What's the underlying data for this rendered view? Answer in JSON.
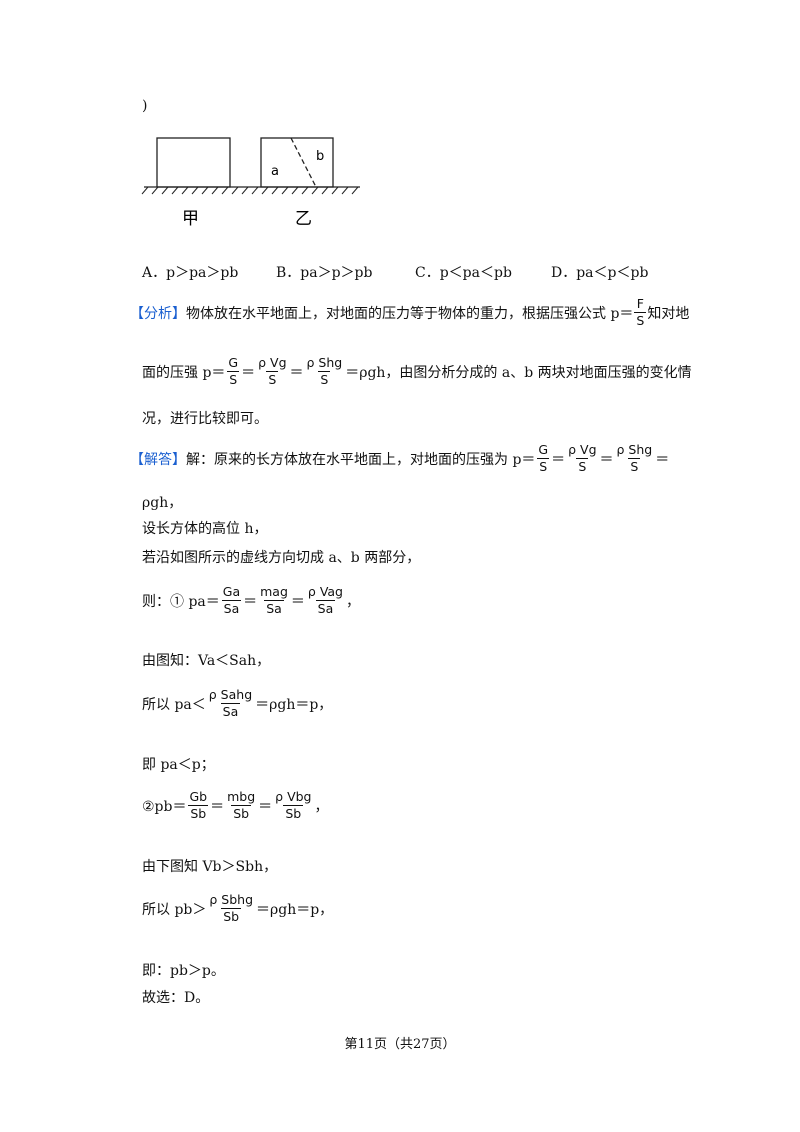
{
  "top_paren": ")",
  "figure": {
    "label_a": "a",
    "label_b": "b",
    "label_jia": "甲",
    "label_yi": "乙"
  },
  "options": {
    "A": "A．p＞pa＞pb",
    "B": "B．pa＞p＞pb",
    "C": "C．p＜pa＜pb",
    "D": "D．pa＜p＜pb"
  },
  "analysis": {
    "tag": "【分析】",
    "line1_text": "物体放在水平地面上，对地面的压力等于物体的重力，根据压强公式 p＝",
    "frac_F_num": "F",
    "frac_F_den": "S",
    "line1_tail": "知对地",
    "line2_head": "面的压强 p＝",
    "fracs": [
      [
        "G",
        "S"
      ],
      [
        "ρ Vg",
        "S"
      ],
      [
        "ρ Shg",
        "S"
      ]
    ],
    "line2_tail": "＝ρgh，由图分析分成的 a、b 两块对地面压强的变化情",
    "line3": "况，进行比较即可。"
  },
  "solution": {
    "tag": "【解答】",
    "line1_text": "解：原来的长方体放在水平地面上，对地面的压强为 p＝",
    "fracs": [
      [
        "G",
        "S"
      ],
      [
        "ρ Vg",
        "S"
      ],
      [
        "ρ Shg",
        "S"
      ]
    ],
    "line1_tail": "＝",
    "line2": "ρgh，",
    "line3": "设长方体的高位 h，",
    "line4": "若沿如图所示的虚线方向切成 a、b 两部分，",
    "step1_head": "则：① pa＝",
    "step1_fracs": [
      [
        "Ga",
        "Sa"
      ],
      [
        "mag",
        "Sa"
      ],
      [
        "ρ Vag",
        "Sa"
      ]
    ],
    "step1_tail": "，",
    "step2": "由图知：Va＜Sah，",
    "step3_head": "所以 pa＜",
    "step3_frac": [
      "ρ Sahg",
      "Sa"
    ],
    "step3_tail": "＝ρgh＝p，",
    "step4": "即 pa＜p；",
    "step5_head": "②pb＝",
    "step5_fracs": [
      [
        "Gb",
        "Sb"
      ],
      [
        "mbg",
        "Sb"
      ],
      [
        "ρ Vbg",
        "Sb"
      ]
    ],
    "step5_tail": "，",
    "step6": "由下图知 Vb＞Sbh，",
    "step7_head": "所以 pb＞",
    "step7_frac": [
      "ρ Sbhg",
      "Sb"
    ],
    "step7_tail": "＝ρgh＝p，",
    "step8": "即：pb＞p。",
    "step9": "故选：D。"
  },
  "footer": "第11页（共27页）"
}
